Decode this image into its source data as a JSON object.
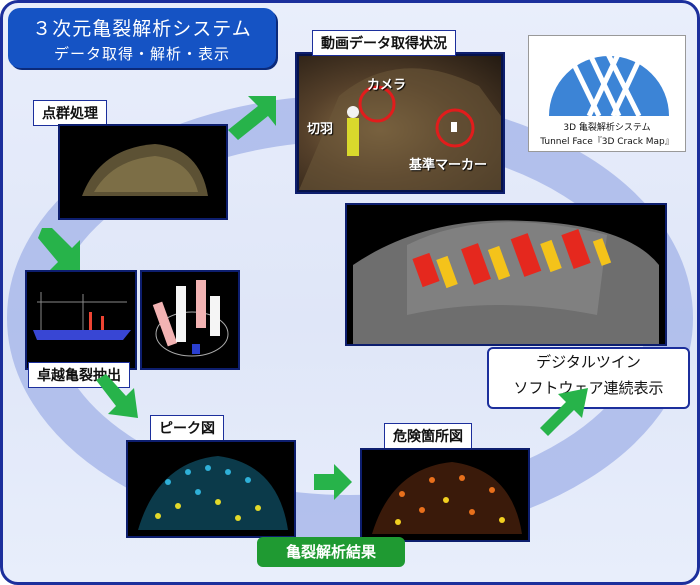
{
  "title": {
    "line1": "３次元亀裂解析システム",
    "line2": "データ取得・解析・表示"
  },
  "labels": {
    "video": "動画データ取得状況",
    "pointcloud": "点群処理",
    "extract": "卓越亀裂抽出",
    "peak": "ピーク図",
    "danger": "危険箇所図",
    "result": "亀裂解析結果"
  },
  "photo_annotations": {
    "camera": "カメラ",
    "face": "切羽",
    "marker": "基準マーカー"
  },
  "twin": {
    "line1": "デジタルツイン",
    "line2": "ソフトウェア連続表示"
  },
  "logo": {
    "caption1": "3D 亀裂解析システム",
    "caption2": "Tunnel Face『3D Crack Map』"
  },
  "colors": {
    "accent_blue": "#1553c4",
    "arrow_green": "#27b34a",
    "frame_navy": "#1c2f9c",
    "ring": "#a9b8ea"
  },
  "icons": [
    "green-arrow-icon",
    "red-circle-marker-icon",
    "logo-triangle-icon"
  ]
}
